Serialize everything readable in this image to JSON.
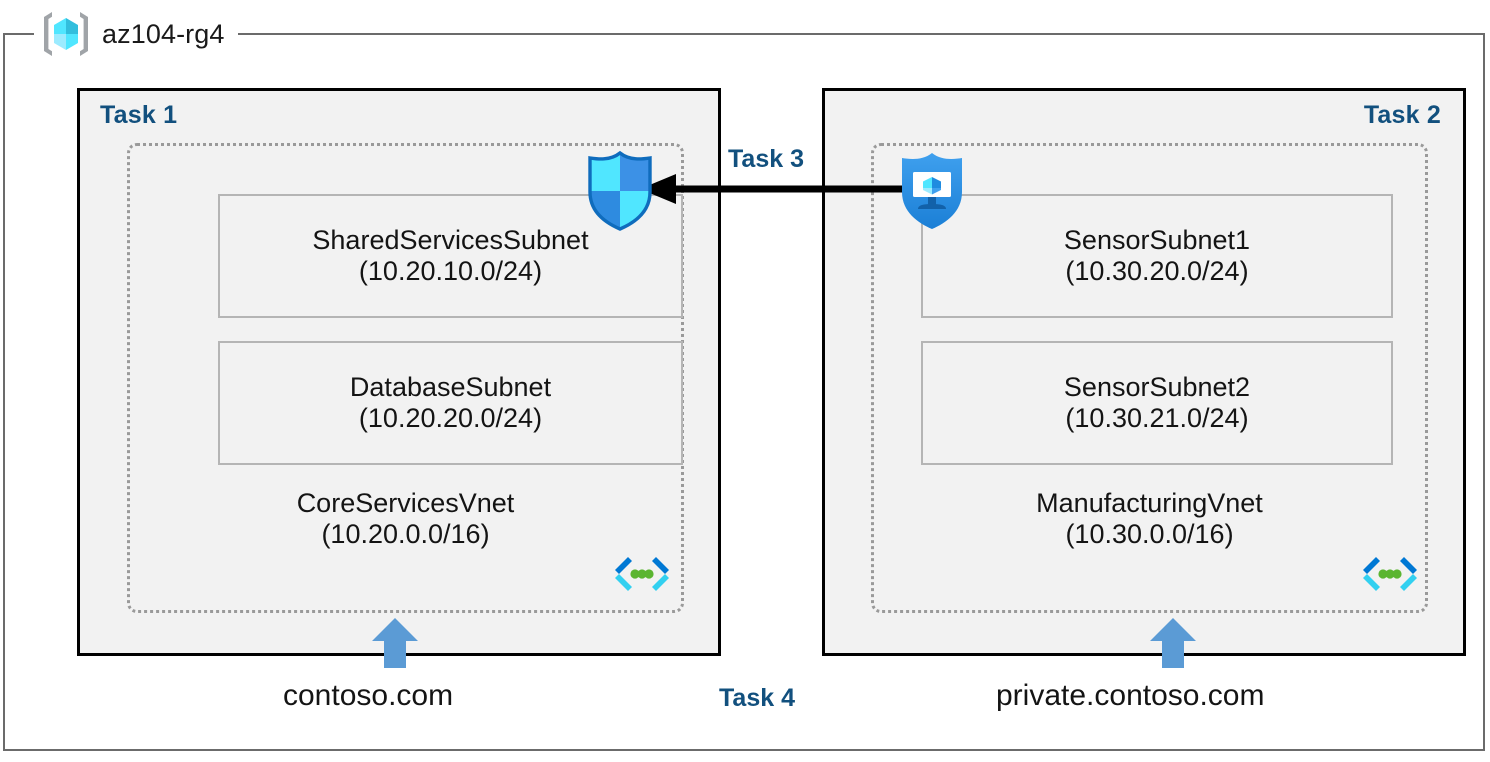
{
  "resource_group": {
    "name": "az104-rg4",
    "icon": "azure-resource-group-cube-icon"
  },
  "panels": [
    {
      "id": "left",
      "task_label": "Task 1",
      "vnet": {
        "name": "CoreServicesVnet",
        "cidr": "(10.20.0.0/16)",
        "icon": "azure-virtual-network-icon"
      },
      "subnets": [
        {
          "name": "SharedServicesSubnet",
          "cidr": "(10.20.10.0/24)"
        },
        {
          "name": "DatabaseSubnet",
          "cidr": "(10.20.20.0/24)"
        }
      ],
      "dns_zone": "contoso.com",
      "dns_arrow_icon": "blue-up-arrow-icon"
    },
    {
      "id": "right",
      "task_label": "Task 2",
      "vnet": {
        "name": "ManufacturingVnet",
        "cidr": "(10.30.0.0/16)",
        "icon": "azure-virtual-network-icon"
      },
      "subnets": [
        {
          "name": "SensorSubnet1",
          "cidr": "(10.30.20.0/24)"
        },
        {
          "name": "SensorSubnet2",
          "cidr": "(10.30.21.0/24)"
        }
      ],
      "dns_zone": "private.contoso.com",
      "dns_arrow_icon": "blue-up-arrow-icon"
    }
  ],
  "connection": {
    "task_label": "Task 3",
    "direction": "right-to-left",
    "source_icon": "bastion-shield-monitor-icon",
    "target_icon": "firewall-shield-icon"
  },
  "dns_task": {
    "task_label": "Task 4"
  },
  "colors": {
    "task_label": "#12507E",
    "panel_fill": "#F2F2F2",
    "panel_border": "#000000",
    "vnet_border": "#9A9A9A",
    "subnet_border": "#B5B5B5",
    "frame_border": "#6B6B6B",
    "arrow_blue": "#5B9BD5",
    "cube_cyan": "#50E6FF",
    "shield_blue": "#0078D4",
    "text": "#141414"
  }
}
